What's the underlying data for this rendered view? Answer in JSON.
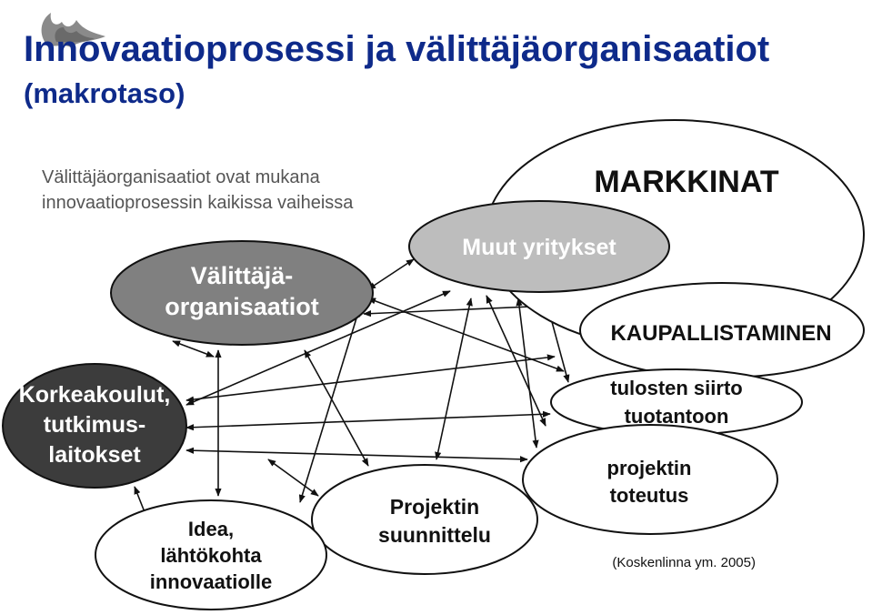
{
  "header": {
    "title": "Innovaatioprosessi ja välittäjäorganisaatiot",
    "subtitle": "(makrotaso)"
  },
  "diagram": {
    "caption": [
      "Välittäjäorganisaatiot ovat mukana",
      "innovaatioprosessin kaikissa vaiheissa"
    ],
    "nodes": {
      "markkinat": [
        "MARKKINAT"
      ],
      "muut_yritykset": [
        "Muut yritykset"
      ],
      "valittaja": [
        "Välittäjä-",
        "organisaatiot"
      ],
      "kaupallistaminen": [
        "KAUPALLISTAMINEN"
      ],
      "tulosten_siirto": [
        "tulosten siirto",
        "tuotantoon"
      ],
      "korkeakoulut": [
        "Korkeakoulut,",
        "tutkimus-",
        "laitokset"
      ],
      "projektin_toteutus": [
        "projektin",
        "toteutus"
      ],
      "projektin_suunnittelu": [
        "Projektin",
        "suunnittelu"
      ],
      "idea": [
        "Idea,",
        "lähtökohta",
        "innovaatiolle"
      ]
    }
  },
  "citation": "(Koskenlinna ym. 2005)",
  "colors": {
    "title": "#0e2a8a",
    "dark_node": "#3a3a3a",
    "mid_node": "#7d7d7d",
    "light_node": "#b9b9b9",
    "outline": "#111111",
    "logo": "#7a7a7a"
  },
  "icons": {
    "logo": "flame-logo-icon"
  }
}
